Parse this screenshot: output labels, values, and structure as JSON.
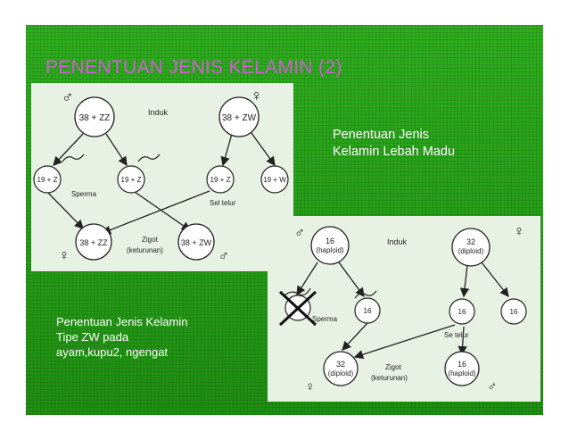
{
  "slide": {
    "title": "PENENTUAN JENIS KELAMIN (2)",
    "caption_bee_line1": "Penentuan Jenis",
    "caption_bee_line2": "Kelamin Lebah Madu",
    "caption_zw_line1": "Penentuan Jenis Kelamin",
    "caption_zw_line2": "Tipe ZW pada",
    "caption_zw_line3": "ayam,kupu2, ngengat"
  },
  "diagram_zw": {
    "male_symbol": "♂",
    "female_symbol": "♀",
    "parent_label": "Induk",
    "father": "38 + ZZ",
    "mother": "38 + ZW",
    "sperm1": "19 + Z",
    "sperm2": "19 + Z",
    "egg1": "19 + Z",
    "egg2": "19 + W",
    "sperm_label": "Sperma",
    "egg_label": "Sel telur",
    "child1": "38 + ZZ",
    "child2": "38 + ZW",
    "zygote_label": "Zigot",
    "offspring_label": "(keturunan)"
  },
  "diagram_bee": {
    "male_symbol": "♂",
    "female_symbol": "♀",
    "parent_label": "Induk",
    "father_num": "16",
    "father_ploidy": "(haploid)",
    "mother_num": "32",
    "mother_ploidy": "(diploid)",
    "sperm": "16",
    "egg1": "16",
    "egg2": "16",
    "sperm_label": "Sperma",
    "egg_label": "Se telur",
    "child1_num": "32",
    "child1_ploidy": "(diploid)",
    "child2_num": "16",
    "child2_ploidy": "(haploid)",
    "zygote_label": "Zigot",
    "offspring_label": "(keturunan)"
  }
}
